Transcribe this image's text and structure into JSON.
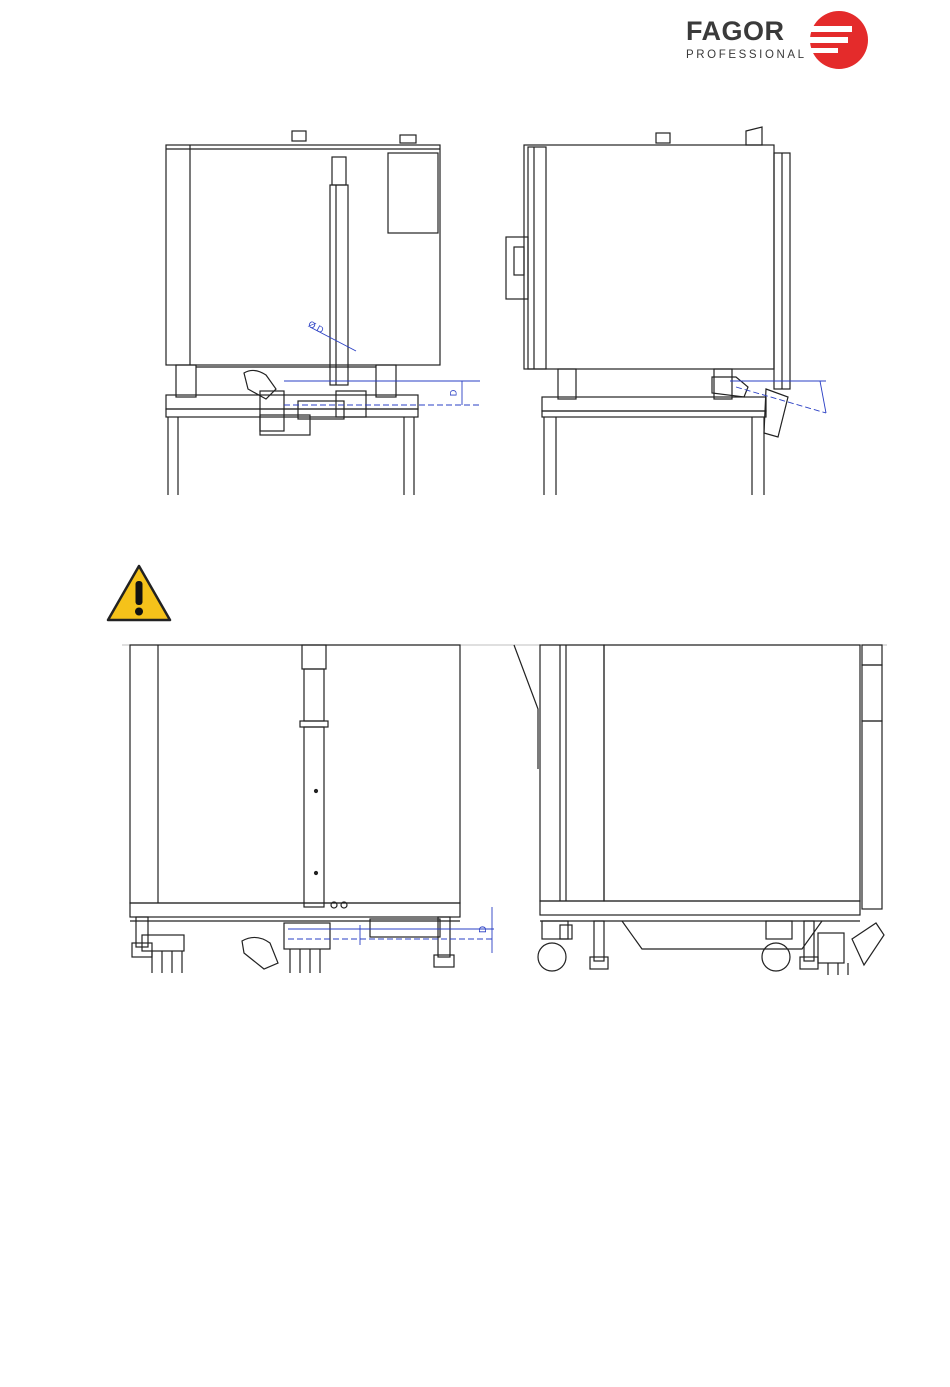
{
  "brand": {
    "name": "FAGOR",
    "subtitle": "PROFESSIONAL",
    "primary_color": "#3a3a3a",
    "accent_color": "#e42b2b"
  },
  "figures": {
    "top_left_view": {
      "dimension_labels": [
        "Ø D",
        "D"
      ]
    },
    "top_right_view": {
      "dimension_labels": []
    },
    "bottom_left_view": {
      "dimension_labels": [
        "D"
      ]
    },
    "bottom_right_view": {
      "dimension_labels": []
    }
  },
  "warning": {
    "icon": "warning-triangle-icon",
    "color": "#f5c21a"
  }
}
